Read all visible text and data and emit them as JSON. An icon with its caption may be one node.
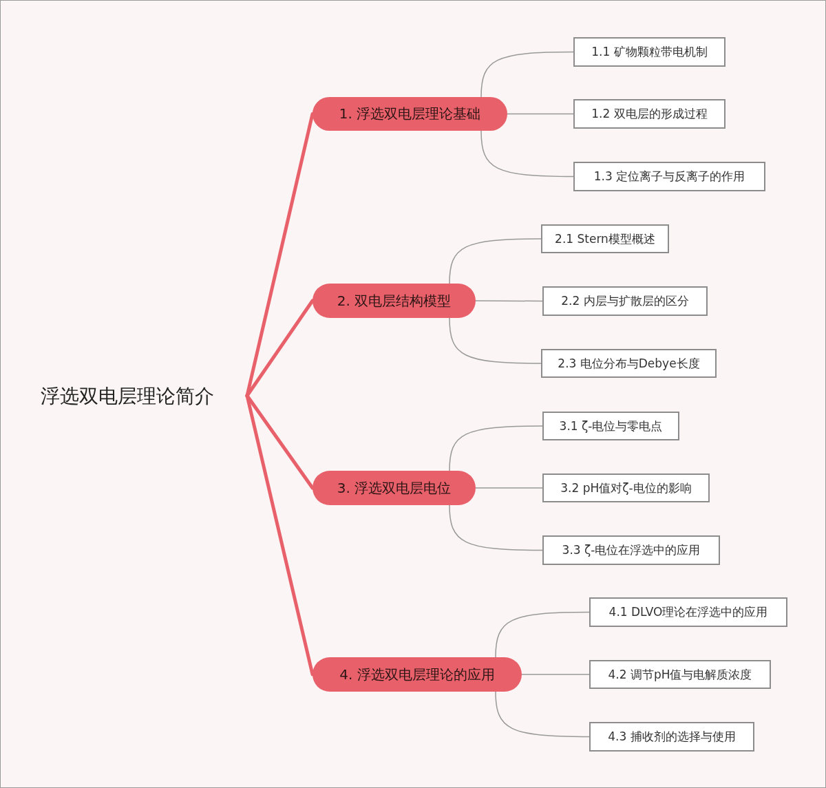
{
  "diagram": {
    "nodes": [
      {
        "text": [
          "浮选双电层理论简介"
        ]
      },
      {
        "text": [
          "1. 浮选双电层理论基础"
        ]
      },
      {
        "text": [
          "1.1 矿物颗粒带电机制"
        ]
      },
      {
        "text": [
          "1.2 双电层的形成过程"
        ]
      },
      {
        "text": [
          "1.3 定位离子与反离子的作用"
        ]
      },
      {
        "text": [
          "2. 双电层结构模型"
        ]
      },
      {
        "text": [
          "2.1 Stern模型概述"
        ]
      },
      {
        "text": [
          "2.2 内层与扩散层的区分"
        ]
      },
      {
        "text": [
          "2.3 电位分布与Debye长度"
        ]
      },
      {
        "text": [
          "3. 浮选双电层电位"
        ]
      },
      {
        "text": [
          "3.1 ζ-电位与零电点"
        ]
      },
      {
        "text": [
          "3.2 pH值对ζ-电位的影响"
        ]
      },
      {
        "text": [
          "3.3 ζ-电位在浮选中的应用"
        ]
      },
      {
        "text": [
          "4. 浮选双电层理论的应用"
        ]
      },
      {
        "text": [
          "4.1 DLVO理论在浮选中的应用"
        ]
      },
      {
        "text": [
          "4.2 调节pH值与电解质浓度"
        ]
      },
      {
        "text": [
          "4.3 捕收剂的选择与使用"
        ]
      }
    ],
    "edges": [
      {
        "from": 0,
        "to": 1,
        "arrow": "none",
        "style": "thick",
        "color": "#e8606a"
      },
      {
        "from": 0,
        "to": 5,
        "arrow": "none",
        "style": "thick",
        "color": "#e8606a"
      },
      {
        "from": 0,
        "to": 9,
        "arrow": "none",
        "style": "thick",
        "color": "#e8606a"
      },
      {
        "from": 0,
        "to": 13,
        "arrow": "none",
        "style": "thick",
        "color": "#e8606a"
      },
      {
        "from": 1,
        "to": 2,
        "arrow": "none"
      },
      {
        "from": 1,
        "to": 3,
        "arrow": "none"
      },
      {
        "from": 1,
        "to": 4,
        "arrow": "none"
      },
      {
        "from": 5,
        "to": 6,
        "arrow": "none"
      },
      {
        "from": 5,
        "to": 7,
        "arrow": "none"
      },
      {
        "from": 5,
        "to": 8,
        "arrow": "none"
      },
      {
        "from": 9,
        "to": 10,
        "arrow": "none"
      },
      {
        "from": 9,
        "to": 11,
        "arrow": "none"
      },
      {
        "from": 9,
        "to": 12,
        "arrow": "none"
      },
      {
        "from": 13,
        "to": 14,
        "arrow": "none"
      },
      {
        "from": 13,
        "to": 15,
        "arrow": "none"
      },
      {
        "from": 13,
        "to": 16,
        "arrow": "none"
      }
    ]
  }
}
